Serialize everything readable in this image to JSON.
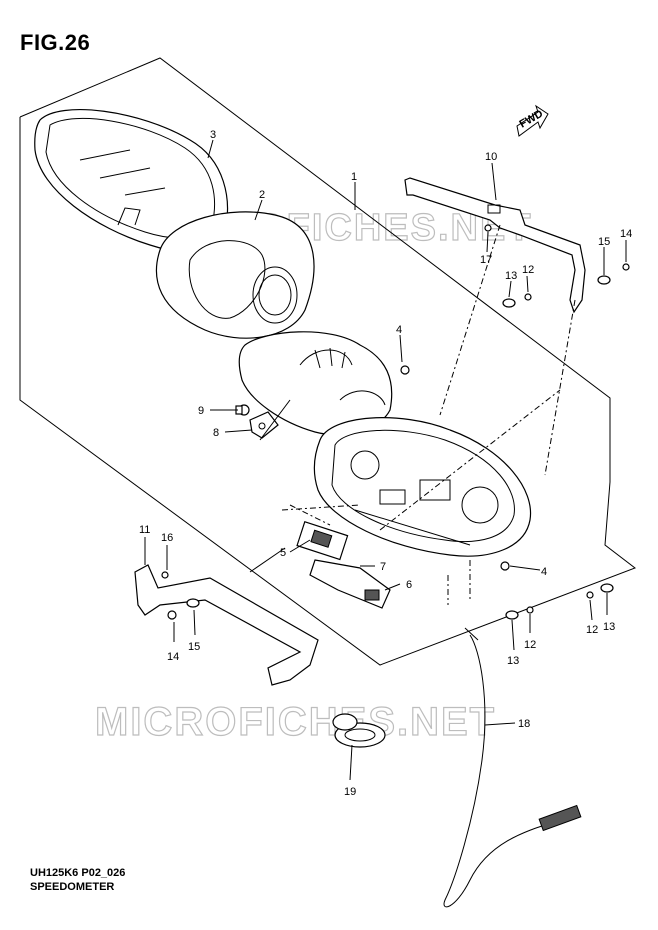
{
  "figure": {
    "title": "FIG.26",
    "code": "UH125K6 P02_026",
    "name": "SPEEDOMETER"
  },
  "watermark": "MICROFICHES.NET",
  "fwd_label": "FWD",
  "callouts": {
    "c1": "1",
    "c2": "2",
    "c3": "3",
    "c4a": "4",
    "c4b": "4",
    "c5": "5",
    "c6": "6",
    "c7": "7",
    "c8": "8",
    "c9": "9",
    "c10": "10",
    "c11": "11",
    "c12a": "12",
    "c12b": "12",
    "c12c": "12",
    "c13a": "13",
    "c13b": "13",
    "c13c": "13",
    "c14a": "14",
    "c14b": "14",
    "c15a": "15",
    "c15b": "15",
    "c16": "16",
    "c17": "17",
    "c18": "18",
    "c19": "19"
  }
}
